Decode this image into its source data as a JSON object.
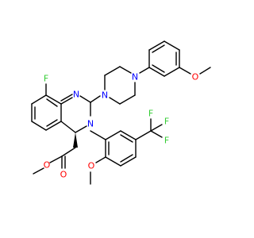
{
  "structure": {
    "atom_labels": {
      "fluorine": "F",
      "n_ring_upper": "N",
      "n_ring_lower": "N",
      "n_pip_left": "N",
      "n_pip_right": "N",
      "o_methoxy_top": "O",
      "o_methoxy_aryl": "O",
      "o_ester_carbonyl": "O",
      "o_ester_ether": "O",
      "cf3_carbon": "F",
      "cf3_f1": "F",
      "cf3_f2": "F"
    },
    "colors": {
      "bond": "#000000",
      "nitrogen": "#0000FF",
      "oxygen": "#FF0000",
      "fluorine": "#33CC33",
      "carbon": "#000000"
    }
  }
}
